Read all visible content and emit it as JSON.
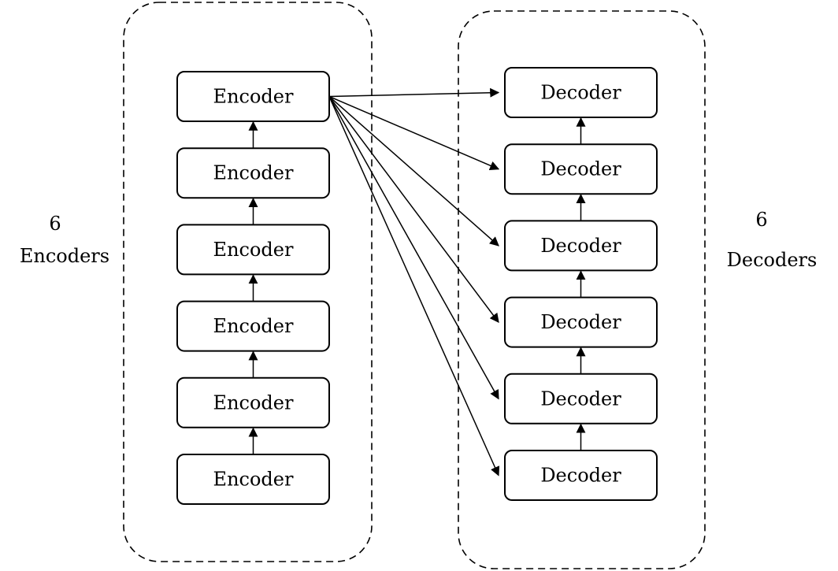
{
  "diagram": {
    "encoder_group": {
      "count_label": "6",
      "name_label": "Encoders",
      "blocks": [
        "Encoder",
        "Encoder",
        "Encoder",
        "Encoder",
        "Encoder",
        "Encoder"
      ]
    },
    "decoder_group": {
      "count_label": "6",
      "name_label": "Decoders",
      "blocks": [
        "Decoder",
        "Decoder",
        "Decoder",
        "Decoder",
        "Decoder",
        "Decoder"
      ]
    },
    "edges": {
      "encoder_stack": "each encoder feeds the one above",
      "decoder_stack": "each decoder feeds the one above",
      "cross": "top encoder output feeds every decoder"
    }
  }
}
